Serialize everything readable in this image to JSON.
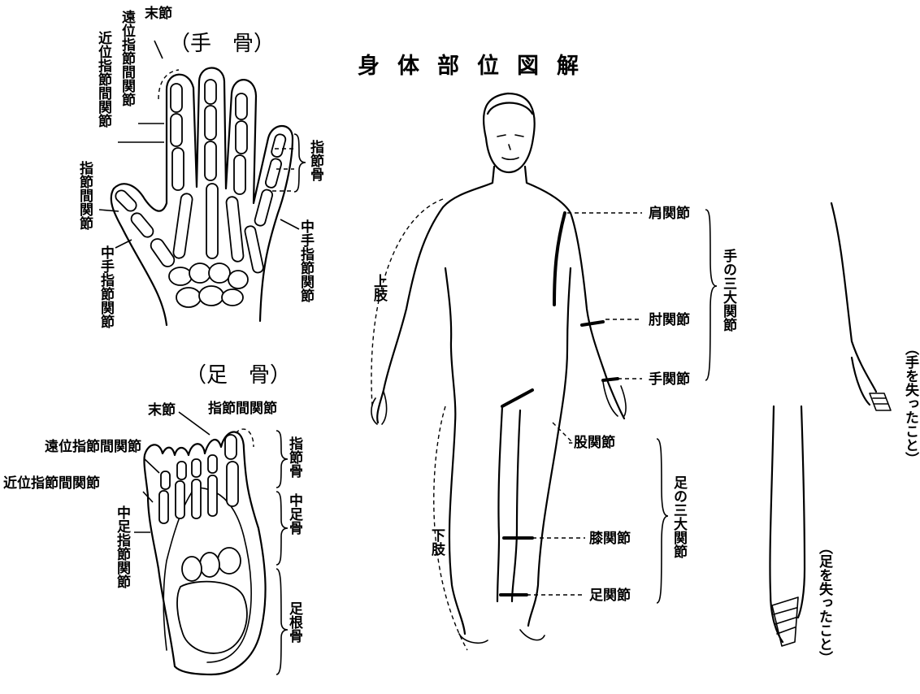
{
  "title": "身体部位図解",
  "hand": {
    "section_title": "（手　骨）",
    "labels": {
      "distal_phalanx": "末節",
      "dip_joint": "遠位指節間関節",
      "pip_joint": "近位指節間関節",
      "phalanges": "指節骨",
      "ip_joint": "指節間関節",
      "mcp_joint_left": "中手指節関節",
      "mcp_joint_right": "中手指節関節"
    }
  },
  "foot": {
    "section_title": "（足　骨）",
    "labels": {
      "distal_phalanx": "末節",
      "ip_joint": "指節間関節",
      "dip_joint": "遠位指節間関節",
      "pip_joint": "近位指節間関節",
      "phalanges": "指節骨",
      "metatarsal": "中足骨",
      "mtp_joint": "中足指節関節",
      "tarsal": "足根骨"
    }
  },
  "body": {
    "upper_limb": "上肢",
    "lower_limb": "下肢",
    "shoulder": "肩関節",
    "elbow": "肘関節",
    "wrist": "手関節",
    "arm_group": "手の三大関節",
    "hip": "股関節",
    "knee": "膝関節",
    "ankle": "足関節",
    "leg_group": "足の三大関節"
  },
  "amputation": {
    "hand_lost": "（手を失ったこと）",
    "foot_lost": "（足を失ったこと）"
  }
}
